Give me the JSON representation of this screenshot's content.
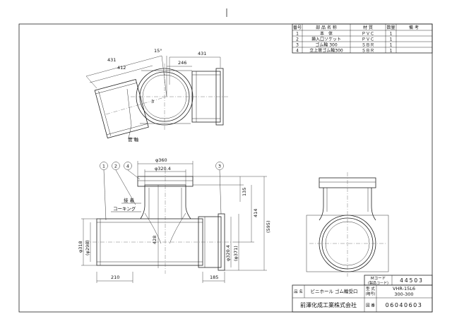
{
  "parts_table": {
    "headers": {
      "no": "番号",
      "name": "部 品 名 称",
      "material": "材 質",
      "qty": "数量",
      "remarks": "備 考"
    },
    "rows": [
      {
        "no": "1",
        "name": "本　体",
        "material": "ＰＶＣ",
        "qty": "1",
        "remarks": ""
      },
      {
        "no": "2",
        "name": "挿入口ソケット",
        "material": "ＰＶＣ",
        "qty": "1",
        "remarks": ""
      },
      {
        "no": "3",
        "name": "ゴム輪 300",
        "material": "ＳＢＲ",
        "qty": "1",
        "remarks": ""
      },
      {
        "no": "4",
        "name": "立上管ゴム輪300",
        "material": "ＳＢＲ",
        "qty": "1",
        "remarks": ""
      }
    ]
  },
  "top_view": {
    "dim_431_left": "431",
    "dim_412": "412",
    "dim_angle": "15°",
    "dim_246": "246",
    "dim_431_right": "431",
    "label_axis": "管 軸",
    "label_invert": "3"
  },
  "front_view": {
    "callouts": [
      "1",
      "2",
      "4",
      "3"
    ],
    "dim_phi360": "φ360",
    "dim_phi3204_top": "φ320.4",
    "label_adhesive": "接 着",
    "label_caulking": "コーキング",
    "dim_135": "135",
    "dim_414": "414",
    "dim_595": "(595)",
    "dim_428": "428",
    "dim_phi318": "φ318",
    "dim_phi298": "(φ298)",
    "dim_phi3204_side": "φ320.4",
    "dim_phi371": "(φ371)",
    "dim_210": "210",
    "dim_185": "185"
  },
  "title_block": {
    "m_code_label": "Mコード",
    "product_code_label": "(製品コード)",
    "m_code_value": "44503",
    "name_label": "品 名",
    "name_value": "ビニホール ゴム輪受口",
    "model_label": "型 式",
    "model_sub": "(略号)",
    "model_value_1": "VHR-15L6",
    "model_value_2": "300-300",
    "company": "前澤化成工業株式会社",
    "drawing_no_label": "図 番",
    "drawing_no_value": "06040603"
  }
}
